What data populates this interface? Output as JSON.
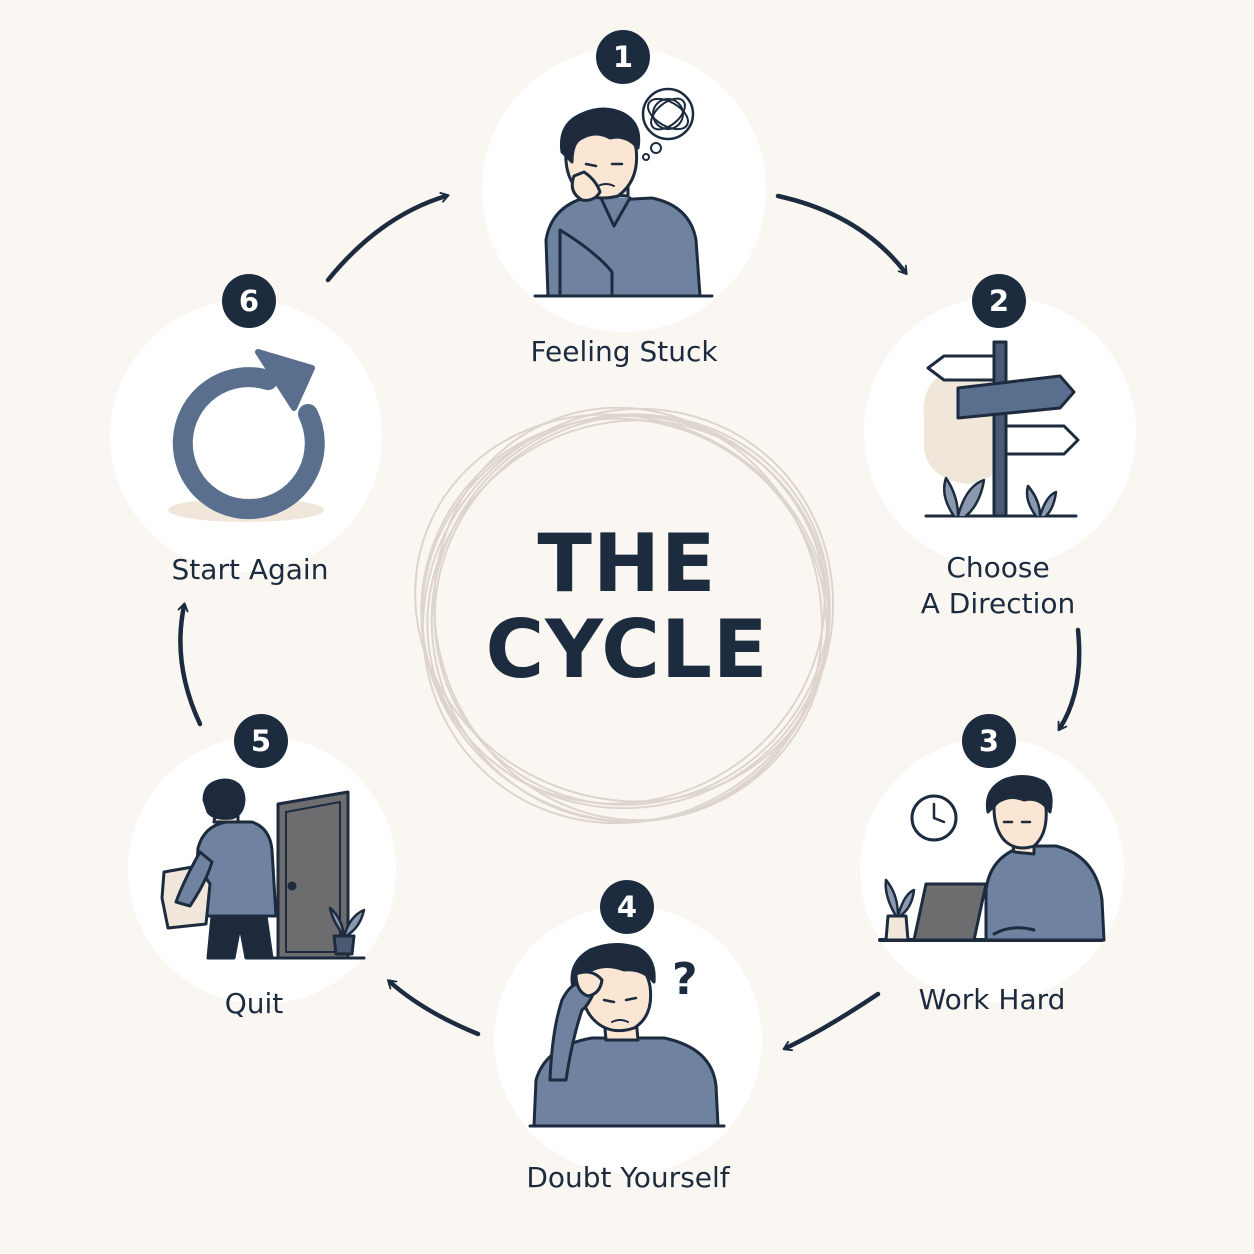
{
  "title": {
    "line1": "THE",
    "line2": "CYCLE"
  },
  "steps": [
    {
      "number": "1",
      "label": "Feeling Stuck"
    },
    {
      "number": "2",
      "label_line1": "Choose",
      "label_line2": "A Direction"
    },
    {
      "number": "3",
      "label": "Work Hard"
    },
    {
      "number": "4",
      "label": "Doubt Yourself"
    },
    {
      "number": "5",
      "label": "Quit"
    },
    {
      "number": "6",
      "label": "Start Again"
    }
  ],
  "colors": {
    "background": "#faf7f3",
    "navy": "#1d2b3f",
    "figure_blue": "#6f829f",
    "accent_blue": "#5a6f8e",
    "circle_fill": "#ffffff",
    "skin": "#fbe6d4",
    "hair": "#1e2a3c",
    "door": "#6d6d70",
    "beige": "#f1e6da",
    "scribble": "#ddd4cb"
  },
  "icons": [
    "person-thinking-icon",
    "signpost-icon",
    "person-laptop-icon",
    "person-doubt-icon",
    "person-leaving-door-icon",
    "restart-arrow-icon"
  ]
}
